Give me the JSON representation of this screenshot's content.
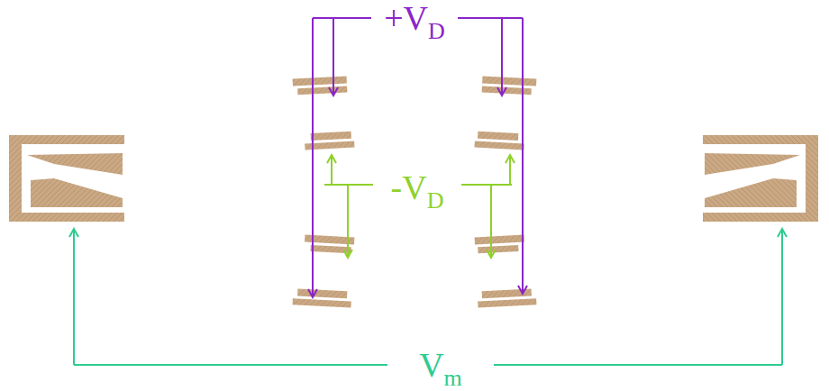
{
  "diagram": {
    "labels": [
      "+VD",
      "-VD",
      "Vm"
    ]
  }
}
